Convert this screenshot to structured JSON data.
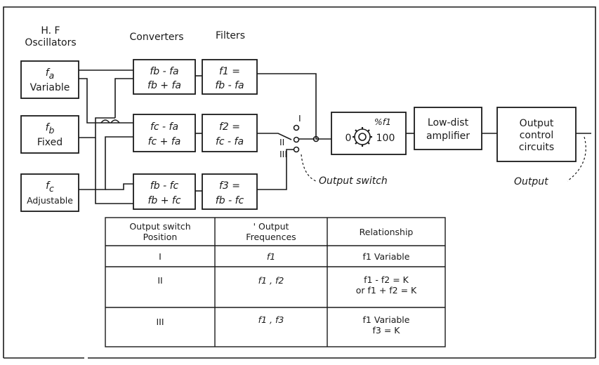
{
  "headers": {
    "oscillators_line1": "H. F",
    "oscillators_line2": "Oscillators",
    "converters": "Converters",
    "filters": "Filters"
  },
  "oscillators": [
    {
      "symbol": "f",
      "sub": "a",
      "label": "Variable"
    },
    {
      "symbol": "f",
      "sub": "b",
      "label": "Fixed"
    },
    {
      "symbol": "f",
      "sub": "c",
      "label": "Adjustable"
    }
  ],
  "converters": [
    {
      "line1": "fb - fa",
      "line2": "fb + fa"
    },
    {
      "line1": "fc - fa",
      "line2": "fc + fa"
    },
    {
      "line1": "fb - fc",
      "line2": "fb + fc"
    }
  ],
  "filters": [
    {
      "line1": "f1 =",
      "line2": "fb - fa"
    },
    {
      "line1": "f2 =",
      "line2": "fc - fa"
    },
    {
      "line1": "f3 =",
      "line2": "fb - fc"
    }
  ],
  "dial": {
    "left": "0",
    "right": "100",
    "top": "%f1"
  },
  "amplifier": {
    "line1": "Low-dist",
    "line2": "amplifier"
  },
  "output_control": {
    "line1": "Output",
    "line2": "control",
    "line3": "circuits"
  },
  "switch_positions": [
    "I",
    "II",
    "III"
  ],
  "callouts": {
    "output_switch": "Output switch",
    "output": "Output"
  },
  "table": {
    "headers": [
      {
        "line1": "Output switch",
        "line2": "Position"
      },
      {
        "line1": "' Output",
        "line2": "Frequences"
      },
      {
        "line1": "Relationship",
        "line2": ""
      }
    ],
    "rows": [
      {
        "position": "I",
        "frequencies": "f1",
        "relationship_line1": "f1 Variable",
        "relationship_line2": ""
      },
      {
        "position": "II",
        "frequencies": "f1 , f2",
        "relationship_line1": "f1 - f2 = K",
        "relationship_line2": "or f1 + f2 = K"
      },
      {
        "position": "III",
        "frequencies": "f1 , f3",
        "relationship_line1": "f1 Variable",
        "relationship_line2": "f3 = K"
      }
    ]
  }
}
